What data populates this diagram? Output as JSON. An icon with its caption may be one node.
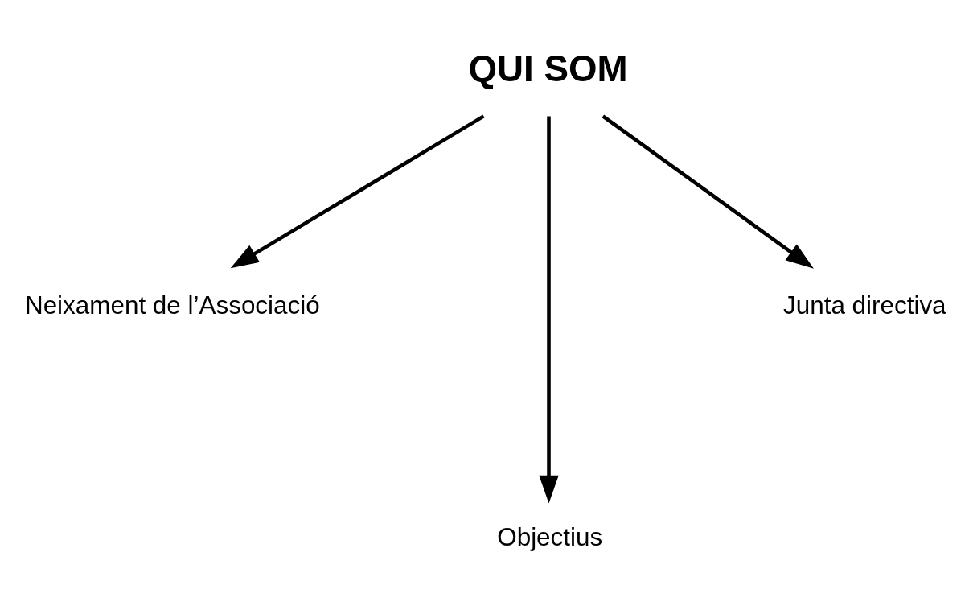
{
  "diagram": {
    "nodes": [
      {
        "text": [
          "QUI SOM"
        ]
      },
      {
        "text": [
          "Neixament de l’Associació"
        ]
      },
      {
        "text": [
          "Objectius"
        ]
      },
      {
        "text": [
          "Junta directiva"
        ]
      }
    ],
    "edges": [
      {
        "from": 0,
        "to": 1,
        "arrow": "to"
      },
      {
        "from": 0,
        "to": 2,
        "arrow": "to"
      },
      {
        "from": 0,
        "to": 3,
        "arrow": "to"
      }
    ]
  }
}
